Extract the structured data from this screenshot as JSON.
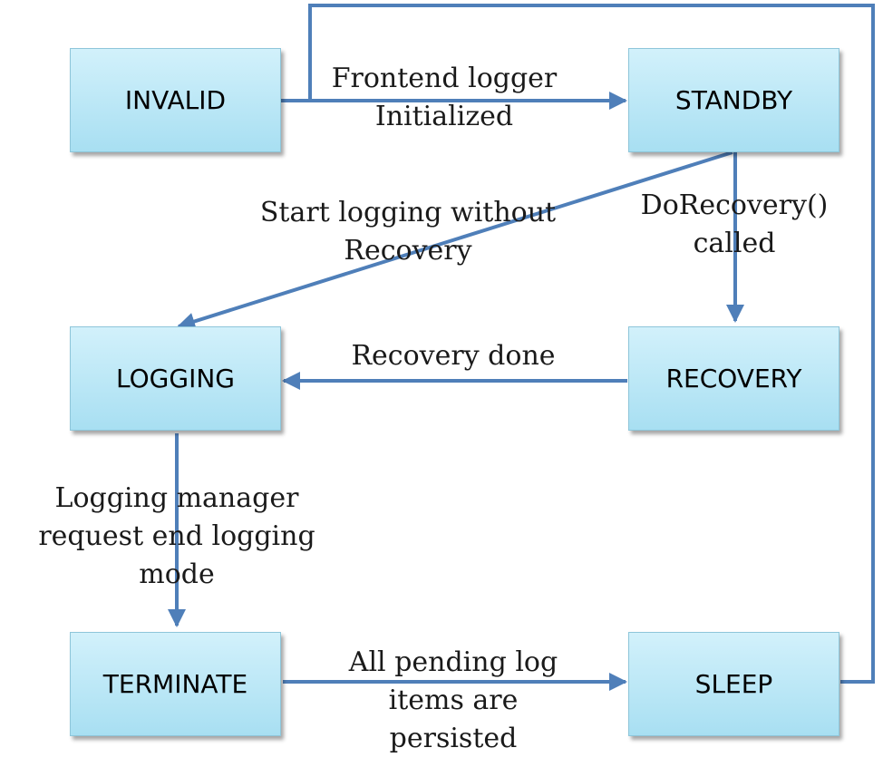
{
  "states": {
    "invalid": "INVALID",
    "standby": "STANDBY",
    "logging": "LOGGING",
    "recovery": "RECOVERY",
    "terminate": "TERMINATE",
    "sleep": "SLEEP"
  },
  "transitions": {
    "frontend_initialized": "Frontend logger\nInitialized",
    "start_without_recovery": "Start logging without\nRecovery",
    "do_recovery": "DoRecovery()\ncalled",
    "recovery_done": "Recovery done",
    "end_logging": "Logging manager\nrequest end logging\nmode",
    "pending_persisted": "All pending log\nitems are\npersisted"
  },
  "colors": {
    "arrow": "#4f7fb9",
    "box_top": "#d2f1fb",
    "box_bottom": "#a8dff2"
  }
}
